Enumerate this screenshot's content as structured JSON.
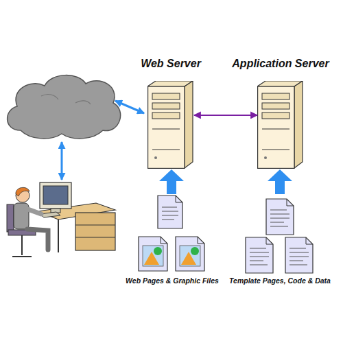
{
  "diagram": {
    "nodes": [
      {
        "text": [
          "Web Server"
        ]
      },
      {
        "text": [
          "Application Server"
        ]
      }
    ],
    "edges": [
      {
        "from": 0,
        "to": 1,
        "arrow": "both"
      }
    ],
    "labels": [
      "Web Pages & Graphic Files",
      "Template Pages, Code & Data"
    ]
  }
}
